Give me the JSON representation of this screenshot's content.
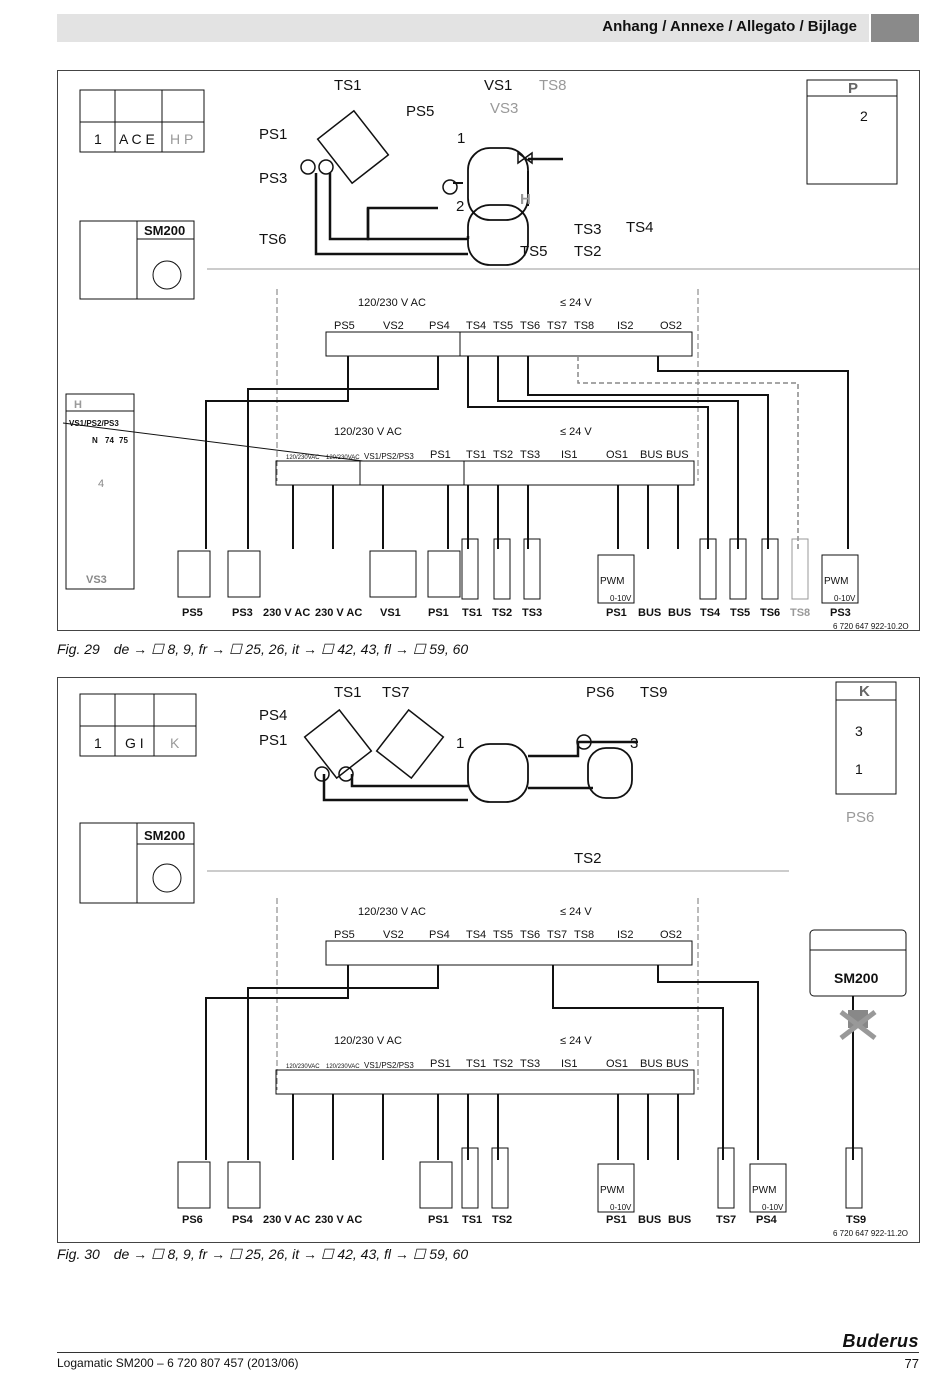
{
  "header": {
    "title": "Anhang / Annexe / Allegato / Bijlage"
  },
  "fig1": {
    "caption_num": "Fig. 29",
    "caption_refs": "de → ☐ 8, 9, fr → ☐ 25, 26, it → ☐ 42, 43, fl → ☐ 59, 60",
    "codes": [
      "1",
      "A C E",
      "H P"
    ],
    "module": "SM200",
    "top_labels": [
      "TS1",
      "PS5",
      "VS1",
      "TS8",
      "VS3",
      "PS1",
      "PS3",
      "TS6",
      "TS3",
      "TS4",
      "TS5",
      "TS2"
    ],
    "numbers": [
      "1",
      "2"
    ],
    "letter_h": "H",
    "side_box_title": "P",
    "side_box_num": "2",
    "h_box_title": "H",
    "h_box_term": "VS1/PS2/PS3",
    "h_box_pins": [
      "N",
      "74",
      "75"
    ],
    "h_box_wire": "4",
    "h_box_label": "VS3",
    "strip_upper": {
      "ac_label": "120/230 V AC",
      "dc_label": "≤ 24 V",
      "groups": [
        "PS5",
        "VS2",
        "PS4",
        "TS4",
        "TS5",
        "TS6",
        "TS7",
        "TS8",
        "IS2",
        "OS2"
      ]
    },
    "strip_lower": {
      "ac_label": "120/230 V AC",
      "dc_label": "≤ 24 V",
      "groups": [
        "120/230VAC",
        "120/230VAC",
        "VS1/PS2/PS3",
        "PS1",
        "TS1",
        "TS2",
        "TS3",
        "IS1",
        "OS1",
        "BUS",
        "BUS"
      ]
    },
    "bottom_labels": [
      "PS5",
      "PS3",
      "230 V AC",
      "230 V AC",
      "VS1",
      "PS1",
      "TS1",
      "TS2",
      "TS3",
      "PS1",
      "BUS",
      "BUS",
      "TS4",
      "TS5",
      "TS6",
      "TS8",
      "PS3"
    ],
    "pwm": "PWM",
    "voltage": "0-10V",
    "doc_code": "6 720 647 922-10.2O"
  },
  "fig2": {
    "caption_num": "Fig. 30",
    "caption_refs": "de → ☐ 8, 9, fr → ☐ 25, 26, it → ☐ 42, 43, fl → ☐ 59, 60",
    "codes": [
      "1",
      "G I",
      "K"
    ],
    "module": "SM200",
    "top_labels": [
      "TS1",
      "TS7",
      "PS6",
      "TS9",
      "PS4",
      "PS1",
      "TS2"
    ],
    "numbers": [
      "1",
      "3"
    ],
    "side_box_title": "K",
    "side_box_nums": [
      "3",
      "1"
    ],
    "side_box_pump": "PS6",
    "sm_box_label": "SM200",
    "strip_upper": {
      "ac_label": "120/230 V AC",
      "dc_label": "≤ 24 V",
      "groups": [
        "PS5",
        "VS2",
        "PS4",
        "TS4",
        "TS5",
        "TS6",
        "TS7",
        "TS8",
        "IS2",
        "OS2"
      ]
    },
    "strip_lower": {
      "ac_label": "120/230 V AC",
      "dc_label": "≤ 24 V",
      "groups": [
        "120/230VAC",
        "120/230VAC",
        "VS1/PS2/PS3",
        "PS1",
        "TS1",
        "TS2",
        "TS3",
        "IS1",
        "OS1",
        "BUS",
        "BUS"
      ]
    },
    "bottom_labels": [
      "PS6",
      "PS4",
      "230 V AC",
      "230 V AC",
      "PS1",
      "TS1",
      "TS2",
      "PS1",
      "BUS",
      "BUS",
      "TS7",
      "PS4",
      "TS9"
    ],
    "pwm": "PWM",
    "voltage": "0-10V",
    "doc_code": "6 720 647 922-11.2O"
  },
  "footer": {
    "doc": "Logamatic SM200 – 6 720 807 457 (2013/06)",
    "page": "77",
    "brand": "Buderus"
  }
}
